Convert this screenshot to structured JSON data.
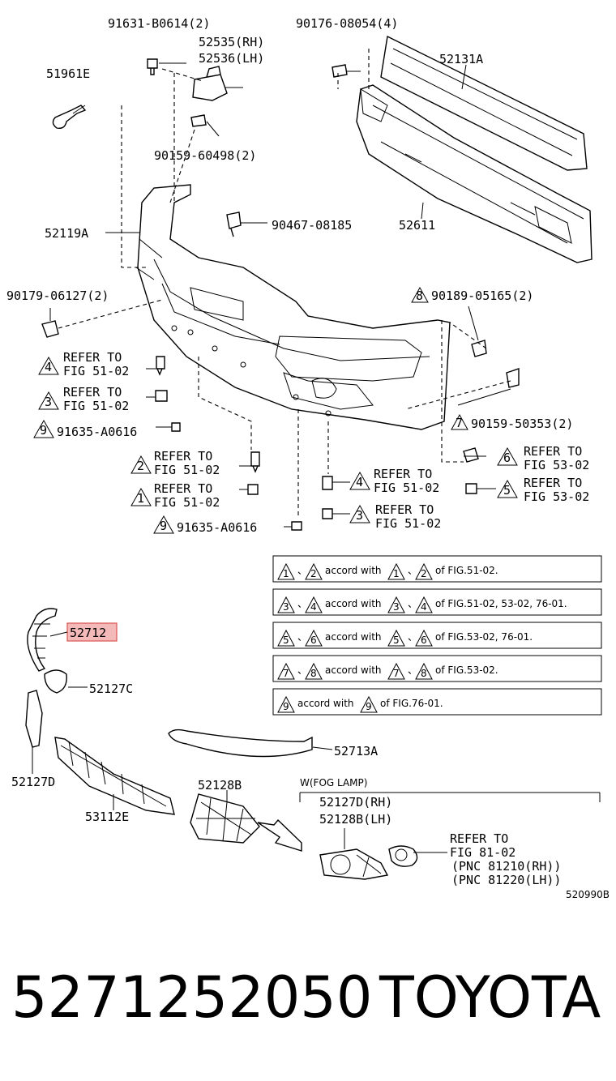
{
  "callouts": {
    "c91631": "91631-B0614(2)",
    "c90176": "90176-08054(4)",
    "c52535": "52535(RH)",
    "c52536": "52536(LH)",
    "c52131A": "52131A",
    "c51961E": "51961E",
    "c90159_60498": "90159-60498(2)",
    "c52119A": "52119A",
    "c90467": "90467-08185",
    "c52611": "52611",
    "c90179": "90179-06127(2)",
    "c90189": "90189-05165(2)",
    "c90159_50353": "90159-50353(2)",
    "c91635_a": "91635-A0616",
    "c91635_b": "91635-A0616",
    "c52712": "52712",
    "c52127C": "52127C",
    "c52713A": "52713A",
    "c52127D_left": "52127D",
    "c52128B": "52128B",
    "c53112E": "53112E",
    "fog_header": "W(FOG LAMP)",
    "c52127D_rh": "52127D(RH)",
    "c52128B_lh": "52128B(LH)",
    "fog_refer1": "REFER TO",
    "fog_refer2": "FIG 81-02",
    "fog_pnc1": "(PNC 81210(RH))",
    "fog_pnc2": "(PNC 81220(LH))",
    "drawing_no": "520990B"
  },
  "refer_to": {
    "r1_a": "REFER TO",
    "r1_b": "FIG 51-02",
    "r1_num": "4",
    "r2_a": "REFER TO",
    "r2_b": "FIG 51-02",
    "r2_num": "3",
    "r3_a": "REFER TO",
    "r3_b": "FIG 51-02",
    "r3_num": "2",
    "r4_a": "REFER TO",
    "r4_b": "FIG 51-02",
    "r4_num": "1",
    "r5_a": "REFER TO",
    "r5_b": "FIG 51-02",
    "r5_num": "4",
    "r6_a": "REFER TO",
    "r6_b": "FIG 51-02",
    "r6_num": "3",
    "r7_a": "REFER TO",
    "r7_b": "FIG 53-02",
    "r7_num": "6",
    "r8_a": "REFER TO",
    "r8_b": "FIG 53-02",
    "r8_num": "5",
    "t8": "8",
    "t7": "7",
    "t9a": "9",
    "t9b": "9"
  },
  "notes": [
    {
      "n1": "1",
      "n2": "2",
      "mid": "accord with",
      "tail": "of FIG.51-02."
    },
    {
      "n1": "3",
      "n2": "4",
      "mid": "accord with",
      "tail": "of FIG.51-02, 53-02, 76-01."
    },
    {
      "n1": "5",
      "n2": "6",
      "mid": "accord with",
      "tail": "of FIG.53-02, 76-01."
    },
    {
      "n1": "7",
      "n2": "8",
      "mid": "accord with",
      "tail": "of FIG.53-02."
    },
    {
      "n1": "9",
      "mid": "accord with",
      "tail": "of FIG.76-01."
    }
  ],
  "footer": {
    "part_number": "5271252050",
    "brand": "TOYOTA"
  },
  "colors": {
    "highlight_fill": "#f4b9b9",
    "highlight_stroke": "#d9534f"
  }
}
